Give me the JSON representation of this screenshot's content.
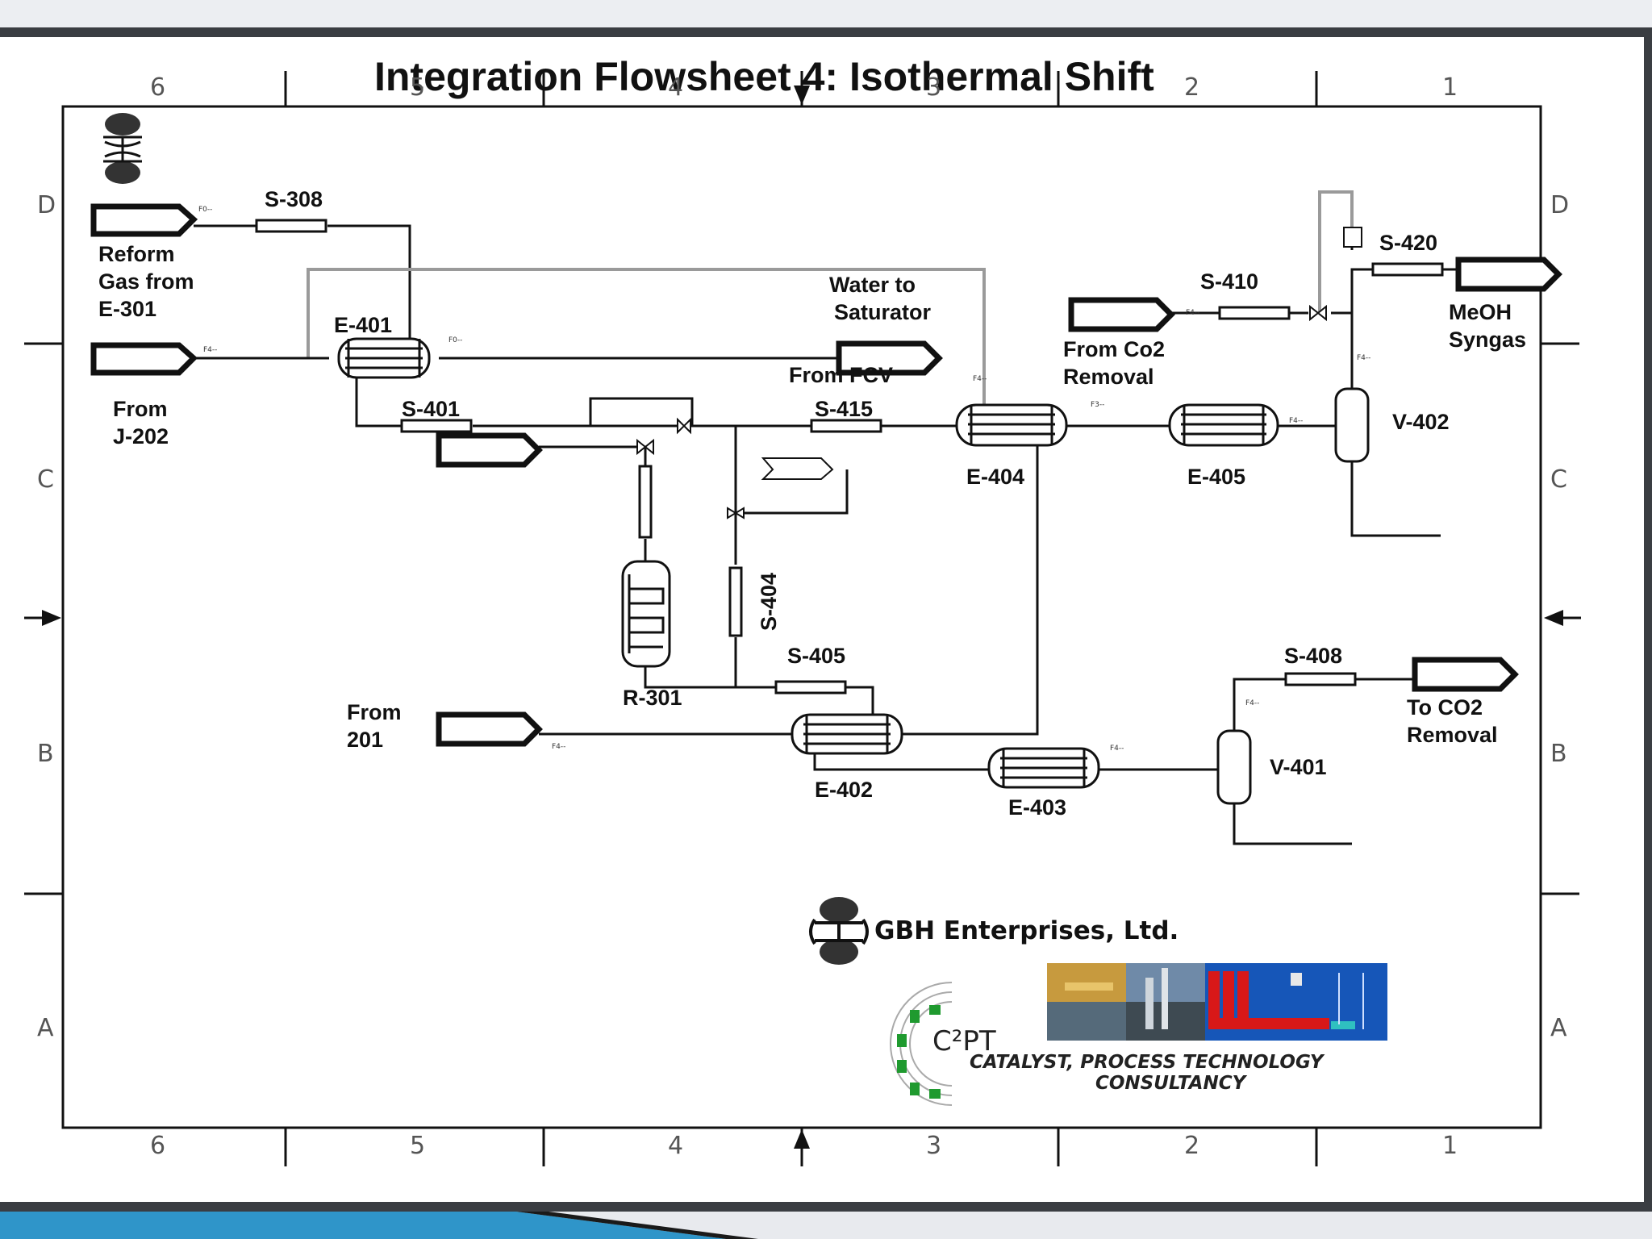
{
  "title": "Integration Flowsheet 4: Isothermal Shift",
  "grid": {
    "columns": [
      "6",
      "5",
      "4",
      "3",
      "2",
      "1"
    ],
    "rows": [
      "D",
      "C",
      "B",
      "A"
    ]
  },
  "streams": {
    "s308": "S-308",
    "s401": "S-401",
    "s415": "S-415",
    "s410": "S-410",
    "s420": "S-420",
    "s404": "S-404",
    "s405": "S-405",
    "s408": "S-408"
  },
  "equipment": {
    "e401": "E-401",
    "e404": "E-404",
    "e405": "E-405",
    "e402": "E-402",
    "e403": "E-403",
    "v402": "V-402",
    "v401": "V-401",
    "r301": "R-301"
  },
  "terminals": {
    "reform_gas": [
      "Reform",
      "Gas from",
      "E-301"
    ],
    "from_j202": [
      "From",
      "J-202"
    ],
    "water_to_saturator": [
      "Water to",
      "Saturator"
    ],
    "from_co2_removal": [
      "From Co2",
      "Removal"
    ],
    "meoh_syngas": [
      "MeOH",
      "Syngas"
    ],
    "from_fcv": "From FCV",
    "from_201": [
      "From",
      "201"
    ],
    "to_co2_removal": [
      "To CO2",
      "Removal"
    ]
  },
  "branding": {
    "company": "GBH Enterprises, Ltd.",
    "c2pt": "C²PT",
    "consultancy": [
      "CATALYST, PROCESS TECHNOLOGY",
      "CONSULTANCY"
    ]
  },
  "colors": {
    "frame": "#3a3d42",
    "accent_blue": "#2f95c9",
    "logo_green": "#1f9a2f",
    "photo_red": "#d81818",
    "photo_blue": "#1656b8"
  }
}
